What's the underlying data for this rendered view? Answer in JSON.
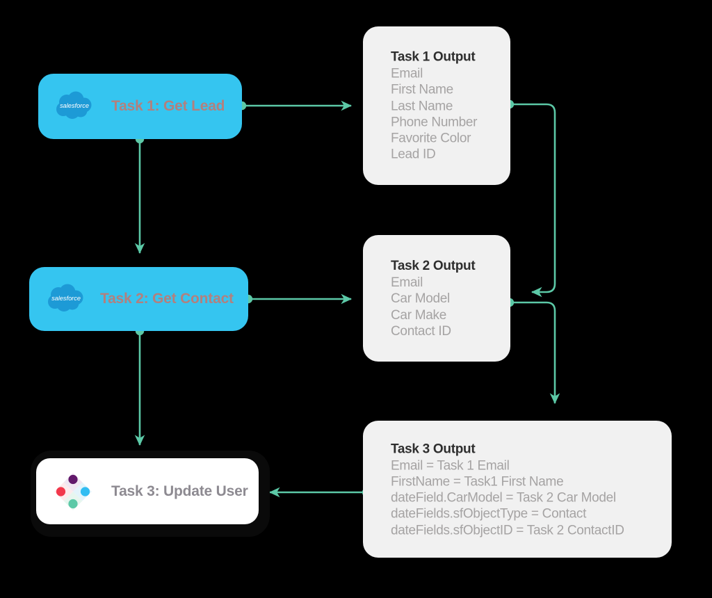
{
  "diagram": {
    "title": "Salesforce task chaining data mapping diagram",
    "background_color": "#000000",
    "connector_color": "#5cc9a7",
    "node_color": "#35c5f0",
    "output_box_color": "#f1f1f1"
  },
  "nodes": [
    {
      "id": "task1",
      "label": "Task 1: Get Lead",
      "icon": "salesforce-cloud-icon",
      "icon_label": "salesforce",
      "style": "blue"
    },
    {
      "id": "task2",
      "label": "Task 2: Get Contact",
      "icon": "salesforce-cloud-icon",
      "icon_label": "salesforce",
      "style": "blue"
    },
    {
      "id": "task3",
      "label": "Task 3: Update User",
      "icon": "diamond-dots-icon",
      "style": "white-card"
    }
  ],
  "outputs": [
    {
      "id": "task1-output",
      "title": "Task 1 Output",
      "lines": [
        "Email",
        "First Name",
        "Last Name",
        "Phone Number",
        "Favorite Color",
        "Lead ID"
      ]
    },
    {
      "id": "task2-output",
      "title": "Task 2 Output",
      "lines": [
        "Email",
        "Car Model",
        "Car Make",
        "Contact ID"
      ]
    },
    {
      "id": "task3-output",
      "title": "Task 3 Output",
      "lines": [
        "Email = Task 1 Email",
        "FirstName = Task1 First Name",
        "dateField.CarModel = Task 2 Car Model",
        "dateFields.sfObjectType = Contact",
        "dateFields.sfObjectID = Task 2 ContactID"
      ]
    }
  ],
  "connectors": [
    {
      "id": "task1-to-task1-output",
      "from": "task1",
      "to": "task1-output",
      "direction": "right"
    },
    {
      "id": "task1-to-task2",
      "from": "task1",
      "to": "task2",
      "direction": "down"
    },
    {
      "id": "task2-to-task2-output",
      "from": "task2",
      "to": "task2-output",
      "direction": "right"
    },
    {
      "id": "task2-to-task3",
      "from": "task2",
      "to": "task3",
      "direction": "down"
    },
    {
      "id": "task1-output-to-task2-output",
      "from": "task1-output",
      "to": "task2-output",
      "direction": "right-down-left"
    },
    {
      "id": "task2-output-to-task3-output",
      "from": "task2-output",
      "to": "task3-output",
      "direction": "right-down"
    },
    {
      "id": "task3-output-to-task3",
      "from": "task3-output",
      "to": "task3",
      "direction": "left"
    }
  ]
}
